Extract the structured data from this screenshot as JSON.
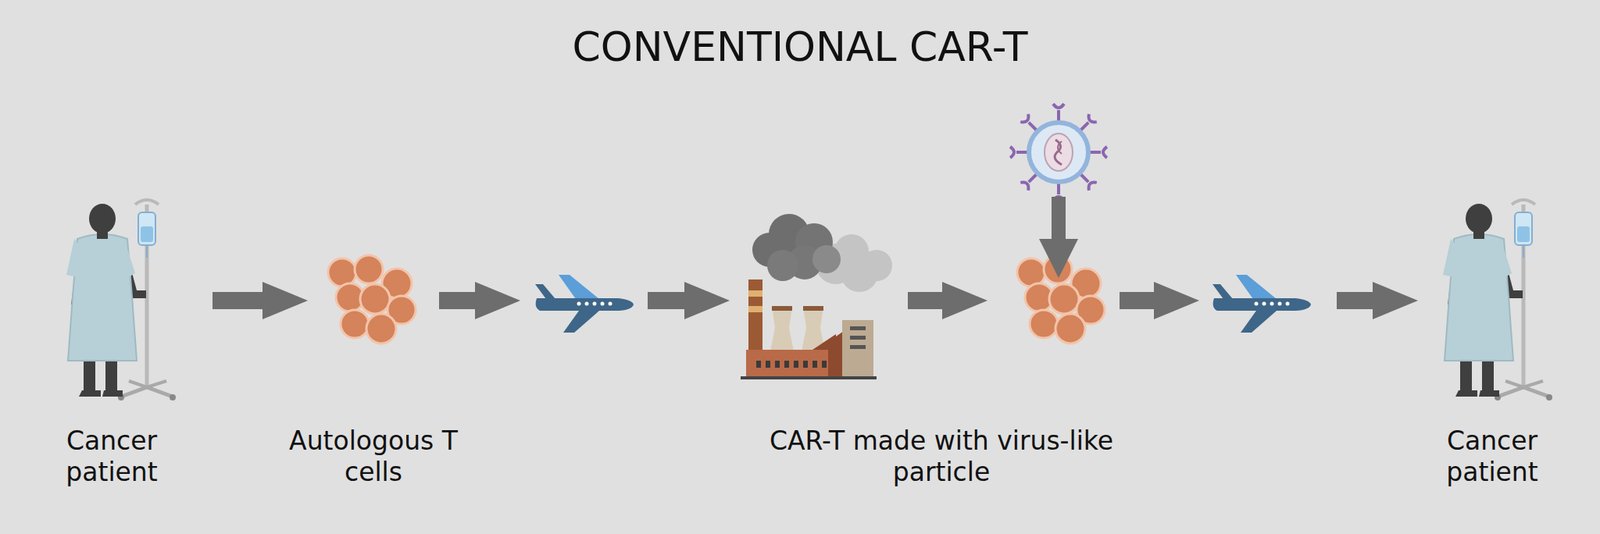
{
  "diagram": {
    "title": "CONVENTIONAL CAR-T",
    "nodes": [
      {
        "text": [
          "Cancer patient"
        ]
      },
      {
        "text": [
          "Autologous T cells"
        ]
      },
      {
        "text": [
          "CAR-T made with virus-like particle"
        ]
      },
      {
        "text": [
          "Cancer patient"
        ]
      }
    ],
    "edges": [
      {
        "from": 0,
        "to": 1,
        "arrow": "to"
      },
      {
        "from": 1,
        "to": 2,
        "arrow": "to"
      },
      {
        "from": 2,
        "to": 3,
        "arrow": "to"
      }
    ]
  }
}
